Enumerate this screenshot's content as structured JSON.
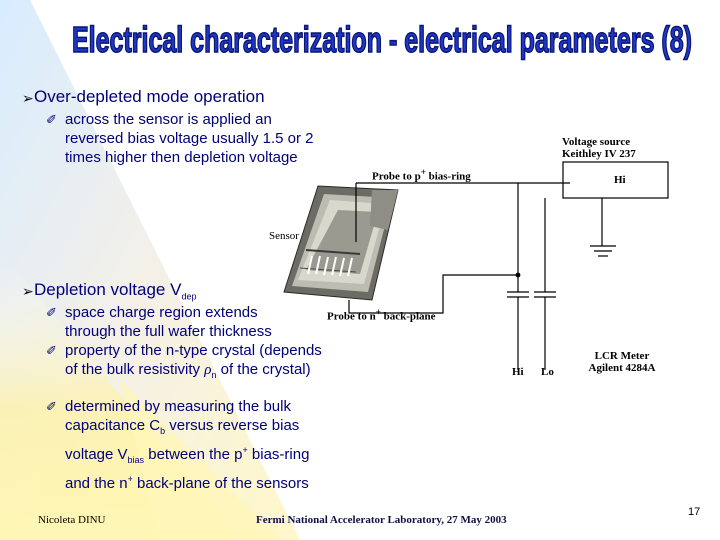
{
  "slide": {
    "title": "Electrical characterization - electrical parameters (8)"
  },
  "bullets": [
    {
      "text": "Over-depleted mode operation",
      "sub": [
        "across the sensor is applied an reversed bias voltage usually 1.5 or 2 times higher then depletion voltage"
      ]
    },
    {
      "text_main": "Depletion voltage V",
      "text_sub": "dep",
      "sub": [
        {
          "text": "space charge region extends through the full wafer thickness"
        },
        {
          "pre": "property of the n-type crystal (depends of the bulk resistivity ",
          "sym": "ρ",
          "symsub": "n",
          "post": " of the crystal)"
        },
        {
          "pre": "determined by measuring the bulk capacitance C",
          "csub": "b",
          "mid": " versus reverse bias voltage V",
          "vsub": "bias",
          "mid2": " between the p",
          "sup1": "+",
          "mid3": " bias-ring and the n",
          "sup2": "+",
          "post": " back-plane of the sensors"
        }
      ]
    }
  ],
  "diagram": {
    "voltage_source_line1": "Voltage source",
    "voltage_source_line2": "Keithley IV 237",
    "probe_p_pre": "Probe to p",
    "probe_p_sup": "+",
    "probe_p_post": " bias-ring",
    "hi_top": "Hi",
    "sensor": "Sensor",
    "probe_n_pre": "Probe to n",
    "probe_n_sup": "+",
    "probe_n_post": " back-plane",
    "hi_bottom": "Hi",
    "lo_bottom": "Lo",
    "lcr_line1": "LCR Meter",
    "lcr_line2": "Agilent 4284A"
  },
  "footer": {
    "author": "Nicoleta DINU",
    "lab": "Fermi National Accelerator Laboratory, 27 May 2003",
    "page": "17"
  },
  "colors": {
    "text": "#00007a",
    "title_fill": "#1f37c8",
    "title_stroke": "#0a1670"
  }
}
